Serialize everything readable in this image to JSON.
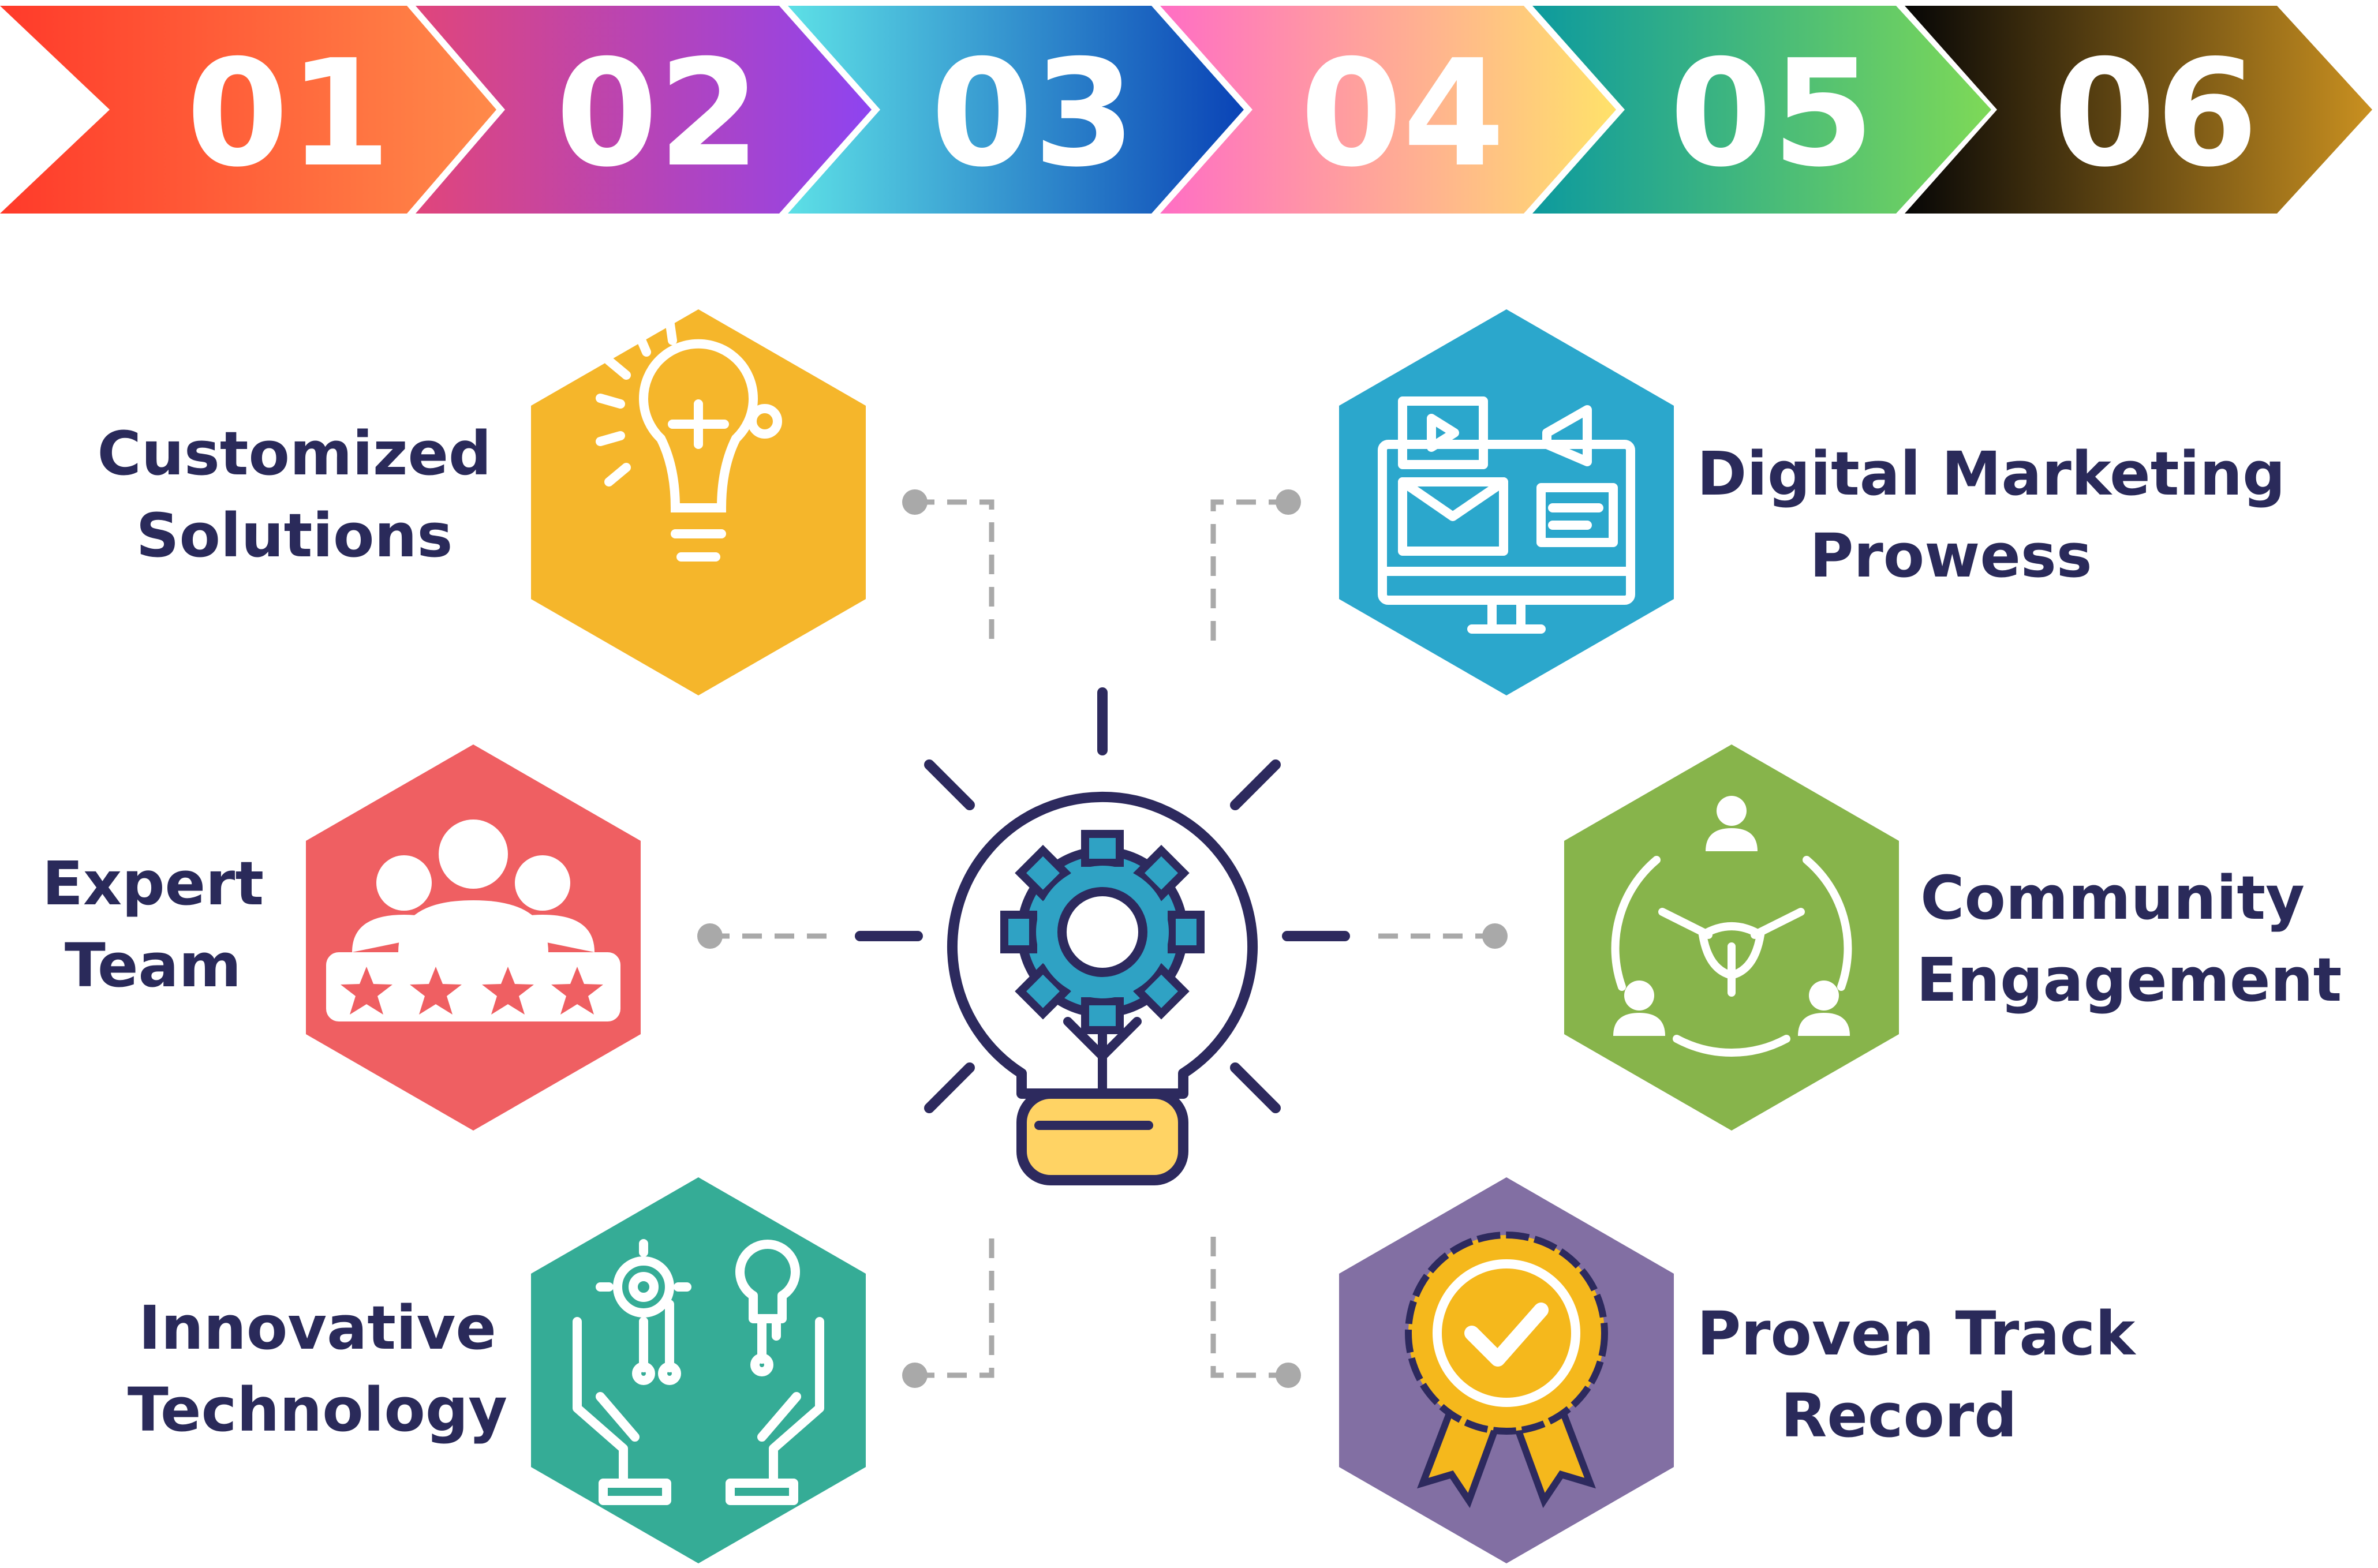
{
  "steps": [
    {
      "number": "01",
      "color_start": "#ff3a2a",
      "color_end": "#ff8a4a"
    },
    {
      "number": "02",
      "color_start": "#e0457b",
      "color_end": "#8e44f0"
    },
    {
      "number": "03",
      "color_start": "#5de0e6",
      "color_end": "#0a43b6"
    },
    {
      "number": "04",
      "color_start": "#ff6ec4",
      "color_end": "#ffe26a"
    },
    {
      "number": "05",
      "color_start": "#0d9a9e",
      "color_end": "#7ed957"
    },
    {
      "number": "06",
      "color_start": "#060606",
      "color_end": "#c99020"
    }
  ],
  "features": [
    {
      "line1": "Customized",
      "line2": "Solutions",
      "color": "#f5b62b",
      "icon": "lightbulb-puzzle-icon"
    },
    {
      "line1": "Digital Marketing",
      "line2": "Prowess",
      "color": "#2ba7cc",
      "icon": "computer-megaphone-icon"
    },
    {
      "line1": "Expert",
      "line2": "Team",
      "color": "#ef5f62",
      "icon": "team-rating-icon"
    },
    {
      "line1": "Community",
      "line2": "Engagement",
      "color": "#87b44b",
      "icon": "community-hands-icon"
    },
    {
      "line1": "Innovative",
      "line2": "Technology",
      "color": "#35ac96",
      "icon": "hands-gear-bulb-icon"
    },
    {
      "line1": "Proven Track",
      "line2": "Record",
      "color": "#826fa3",
      "icon": "award-badge-icon"
    }
  ],
  "center": {
    "icon": "lightbulb-gear-icon",
    "outline_color": "#2d2a5e",
    "gear_color": "#2fa2c4",
    "base_color": "#ffd364"
  }
}
